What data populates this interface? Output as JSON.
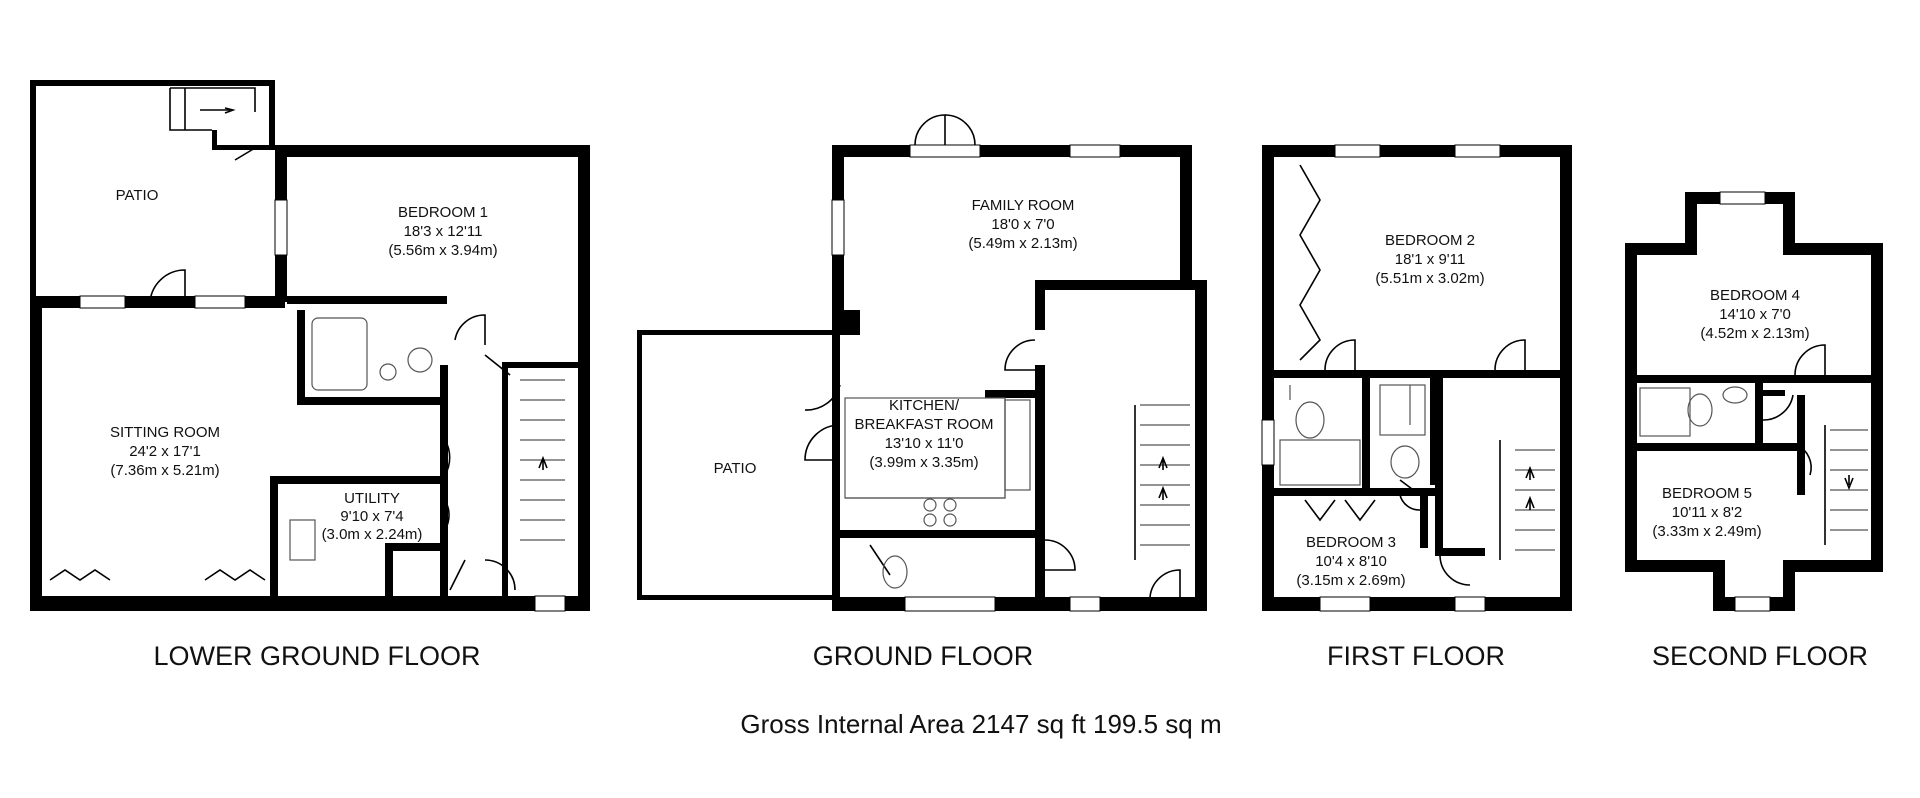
{
  "floors": [
    {
      "name": "LOWER GROUND FLOOR",
      "rooms": [
        {
          "name": "PATIO",
          "size_ft": "",
          "size_m": ""
        },
        {
          "name": "BEDROOM 1",
          "size_ft": "18'3 x 12'11",
          "size_m": "(5.56m x 3.94m)"
        },
        {
          "name": "SITTING ROOM",
          "size_ft": "24'2 x 17'1",
          "size_m": "(7.36m x 5.21m)"
        },
        {
          "name": "UTILITY",
          "size_ft": "9'10 x 7'4",
          "size_m": "(3.0m x 2.24m)"
        }
      ]
    },
    {
      "name": "GROUND FLOOR",
      "rooms": [
        {
          "name": "FAMILY ROOM",
          "size_ft": "18'0 x 7'0",
          "size_m": "(5.49m x 2.13m)"
        },
        {
          "name": "KITCHEN/",
          "name2": "BREAKFAST ROOM",
          "size_ft": "13'10 x 11'0",
          "size_m": "(3.99m x 3.35m)"
        },
        {
          "name": "PATIO",
          "size_ft": "",
          "size_m": ""
        }
      ]
    },
    {
      "name": "FIRST FLOOR",
      "rooms": [
        {
          "name": "BEDROOM 2",
          "size_ft": "18'1 x 9'11",
          "size_m": "(5.51m x 3.02m)"
        },
        {
          "name": "BEDROOM 3",
          "size_ft": "10'4 x 8'10",
          "size_m": "(3.15m x 2.69m)"
        }
      ]
    },
    {
      "name": "SECOND FLOOR",
      "rooms": [
        {
          "name": "BEDROOM 4",
          "size_ft": "14'10 x 7'0",
          "size_m": "(4.52m x 2.13m)"
        },
        {
          "name": "BEDROOM 5",
          "size_ft": "10'11 x 8'2",
          "size_m": "(3.33m x 2.49m)"
        }
      ]
    }
  ],
  "gross_area": "Gross Internal Area 2147 sq ft 199.5 sq m"
}
